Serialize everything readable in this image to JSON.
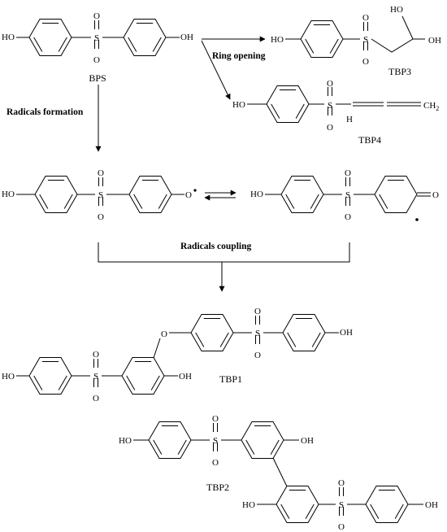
{
  "atoms": {
    "hydroxyl": "HO",
    "hydroxyl_right": "OH",
    "sulfur": "S",
    "oxygen": "O",
    "hydrogen": "H",
    "methylene": "CH",
    "methylene_sub": "2"
  },
  "compounds": {
    "bps": "BPS",
    "tbp1": "TBP1",
    "tbp2": "TBP2",
    "tbp3": "TBP3",
    "tbp4": "TBP4"
  },
  "steps": {
    "ring_opening": "Ring opening",
    "radicals_formation": "Radicals formation",
    "radicals_coupling": "Radicals coupling"
  }
}
